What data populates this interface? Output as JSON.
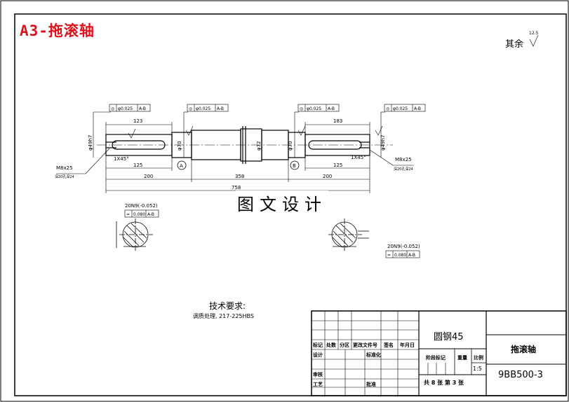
{
  "sheet_title": "A3-拖滚轴",
  "roughness_note": {
    "label": "其余",
    "value": "12.5"
  },
  "watermark": "图文设计",
  "tech_requirements": {
    "heading": "技术要求:",
    "line": "调质处理, 217-225HBS"
  },
  "dimensions": {
    "d1": "123",
    "d2": "125",
    "d3": "200",
    "d4": "358",
    "d5": "183",
    "d6": "125",
    "d7": "200",
    "total": "758",
    "chamfer_left": "1X45°",
    "chamfer_right": "1X45°",
    "thread_left": "M8x25",
    "thread_left_note": "深20孔深24",
    "thread_right": "M8x25",
    "thread_right_note": "深20孔深24",
    "dia_left": "φ49h7",
    "dia_mid": "φ72",
    "dia_b1": "φ70",
    "dia_b2": "φ70",
    "dia_right": "φ49h7",
    "datum_a": "A",
    "datum_b": "B"
  },
  "tolerance_frames": [
    {
      "sym": "◎",
      "val": "φ0.025",
      "ref": "A-B"
    },
    {
      "sym": "◎",
      "val": "φ0.025",
      "ref": "A-B"
    },
    {
      "sym": "◎",
      "val": "φ0.025",
      "ref": "A-B"
    },
    {
      "sym": "◎",
      "val": "φ0.025",
      "ref": "A-B"
    }
  ],
  "sections": {
    "left_key": "20N9(-0.052)",
    "left_tol": {
      "sym": "=",
      "val": "0.080",
      "ref": "A-B"
    },
    "right_key": "20N9(-0.052)",
    "right_tol": {
      "sym": "=",
      "val": "0.080",
      "ref": "A-B"
    }
  },
  "title_block": {
    "material": "圆钢45",
    "part_name": "拖滚轴",
    "drawing_no": "9BB500-3",
    "cols": [
      "标记",
      "处数",
      "分区",
      "更改文件号",
      "签名",
      "年月日"
    ],
    "design": "设计",
    "standardize": "标准化",
    "review": "审核",
    "process": "工艺",
    "approve": "批准",
    "stage": "阶段标记",
    "weight": "重量",
    "scale_label": "比例",
    "scale": "1:5",
    "sheets": "共 8 张 第 3 张"
  }
}
